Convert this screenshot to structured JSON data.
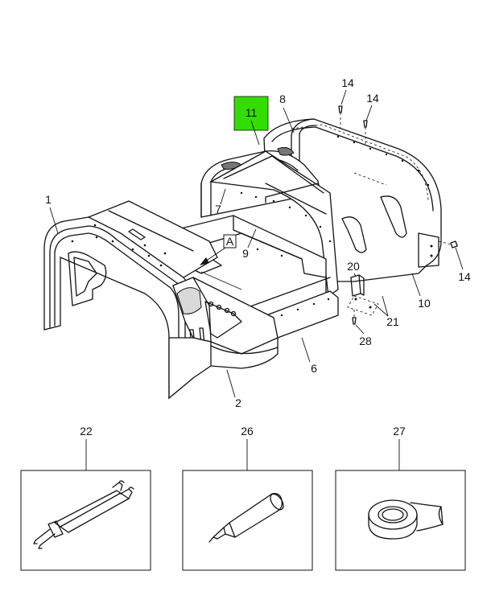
{
  "callouts": {
    "c1": "1",
    "c2": "2",
    "c6": "6",
    "c7": "7",
    "c8": "8",
    "c9": "9",
    "c10": "10",
    "c11": "11",
    "c14a": "14",
    "c14b": "14",
    "c14c": "14",
    "c20": "20",
    "c21": "21",
    "c28": "28",
    "c22": "22",
    "c26": "26",
    "c27": "27"
  },
  "view_label": "A",
  "colors": {
    "highlight": "#33dd00",
    "line": "#111111",
    "background": "#ffffff"
  },
  "icons": {
    "tube_22": "dual-syringe-icon",
    "tube_26": "sealant-tube-icon",
    "tube_27": "tape-roll-icon"
  }
}
